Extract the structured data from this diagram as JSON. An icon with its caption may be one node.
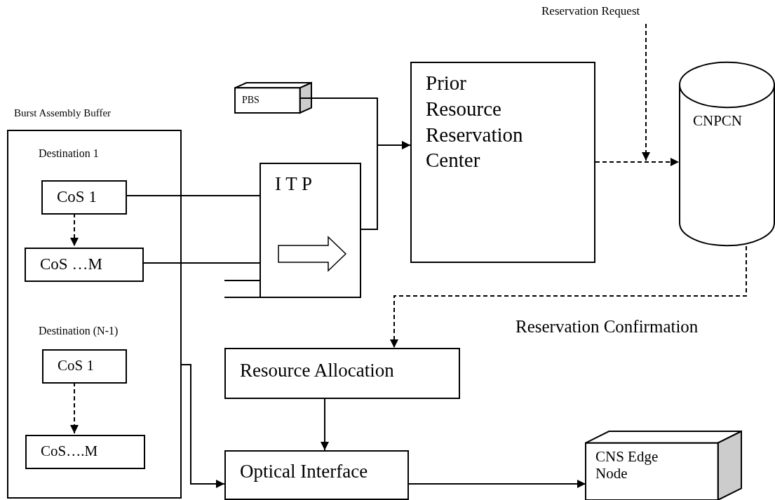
{
  "diagram": {
    "nodes": [
      {
        "text": [
          "Burst Assembly Buffer",
          "Destination 1",
          "Destination (N-1)"
        ]
      },
      {
        "text": [
          "CoS 1"
        ],
        "in": 0
      },
      {
        "text": [
          "CoS …M"
        ],
        "in": 0
      },
      {
        "text": [
          "CoS 1"
        ],
        "in": 0
      },
      {
        "text": [
          "CoS….M"
        ],
        "in": 0
      },
      {
        "text": [
          "PBS"
        ]
      },
      {
        "text": [
          "I T P"
        ]
      },
      {
        "text": [
          "Prior Resource Reservation Center"
        ]
      },
      {
        "text": [
          "CNPCN"
        ]
      },
      {
        "text": [
          "Resource Allocation"
        ]
      },
      {
        "text": [
          "Optical Interface"
        ]
      },
      {
        "text": [
          "CNS Edge Node"
        ]
      },
      {
        "text": [
          "Reservation Request"
        ]
      }
    ],
    "edges": [
      {
        "from": 1,
        "to": 6,
        "arrow": "none"
      },
      {
        "from": 2,
        "to": 6,
        "arrow": "none"
      },
      {
        "from": null,
        "to": 6,
        "arrow": "none"
      },
      {
        "from": null,
        "to": 6,
        "arrow": "none"
      },
      {
        "from": 1,
        "to": 2,
        "arrow": "to",
        "style": "dashed"
      },
      {
        "from": 3,
        "to": 4,
        "arrow": "to",
        "style": "dashed"
      },
      {
        "from": 5,
        "to": 7,
        "arrow": "to"
      },
      {
        "from": 6,
        "to": 7,
        "arrow": "to"
      },
      {
        "from": 7,
        "to": 8,
        "arrow": "to",
        "style": "dashed"
      },
      {
        "from": 12,
        "to": null,
        "arrow": "to",
        "style": "dashed"
      },
      {
        "from": 8,
        "to": 9,
        "arrow": "to",
        "style": "dashed",
        "label": "Reservation Confirmation"
      },
      {
        "from": 0,
        "to": 10,
        "arrow": "to"
      },
      {
        "from": 9,
        "to": 10,
        "arrow": "to"
      },
      {
        "from": 10,
        "to": 11,
        "arrow": "to"
      }
    ]
  }
}
